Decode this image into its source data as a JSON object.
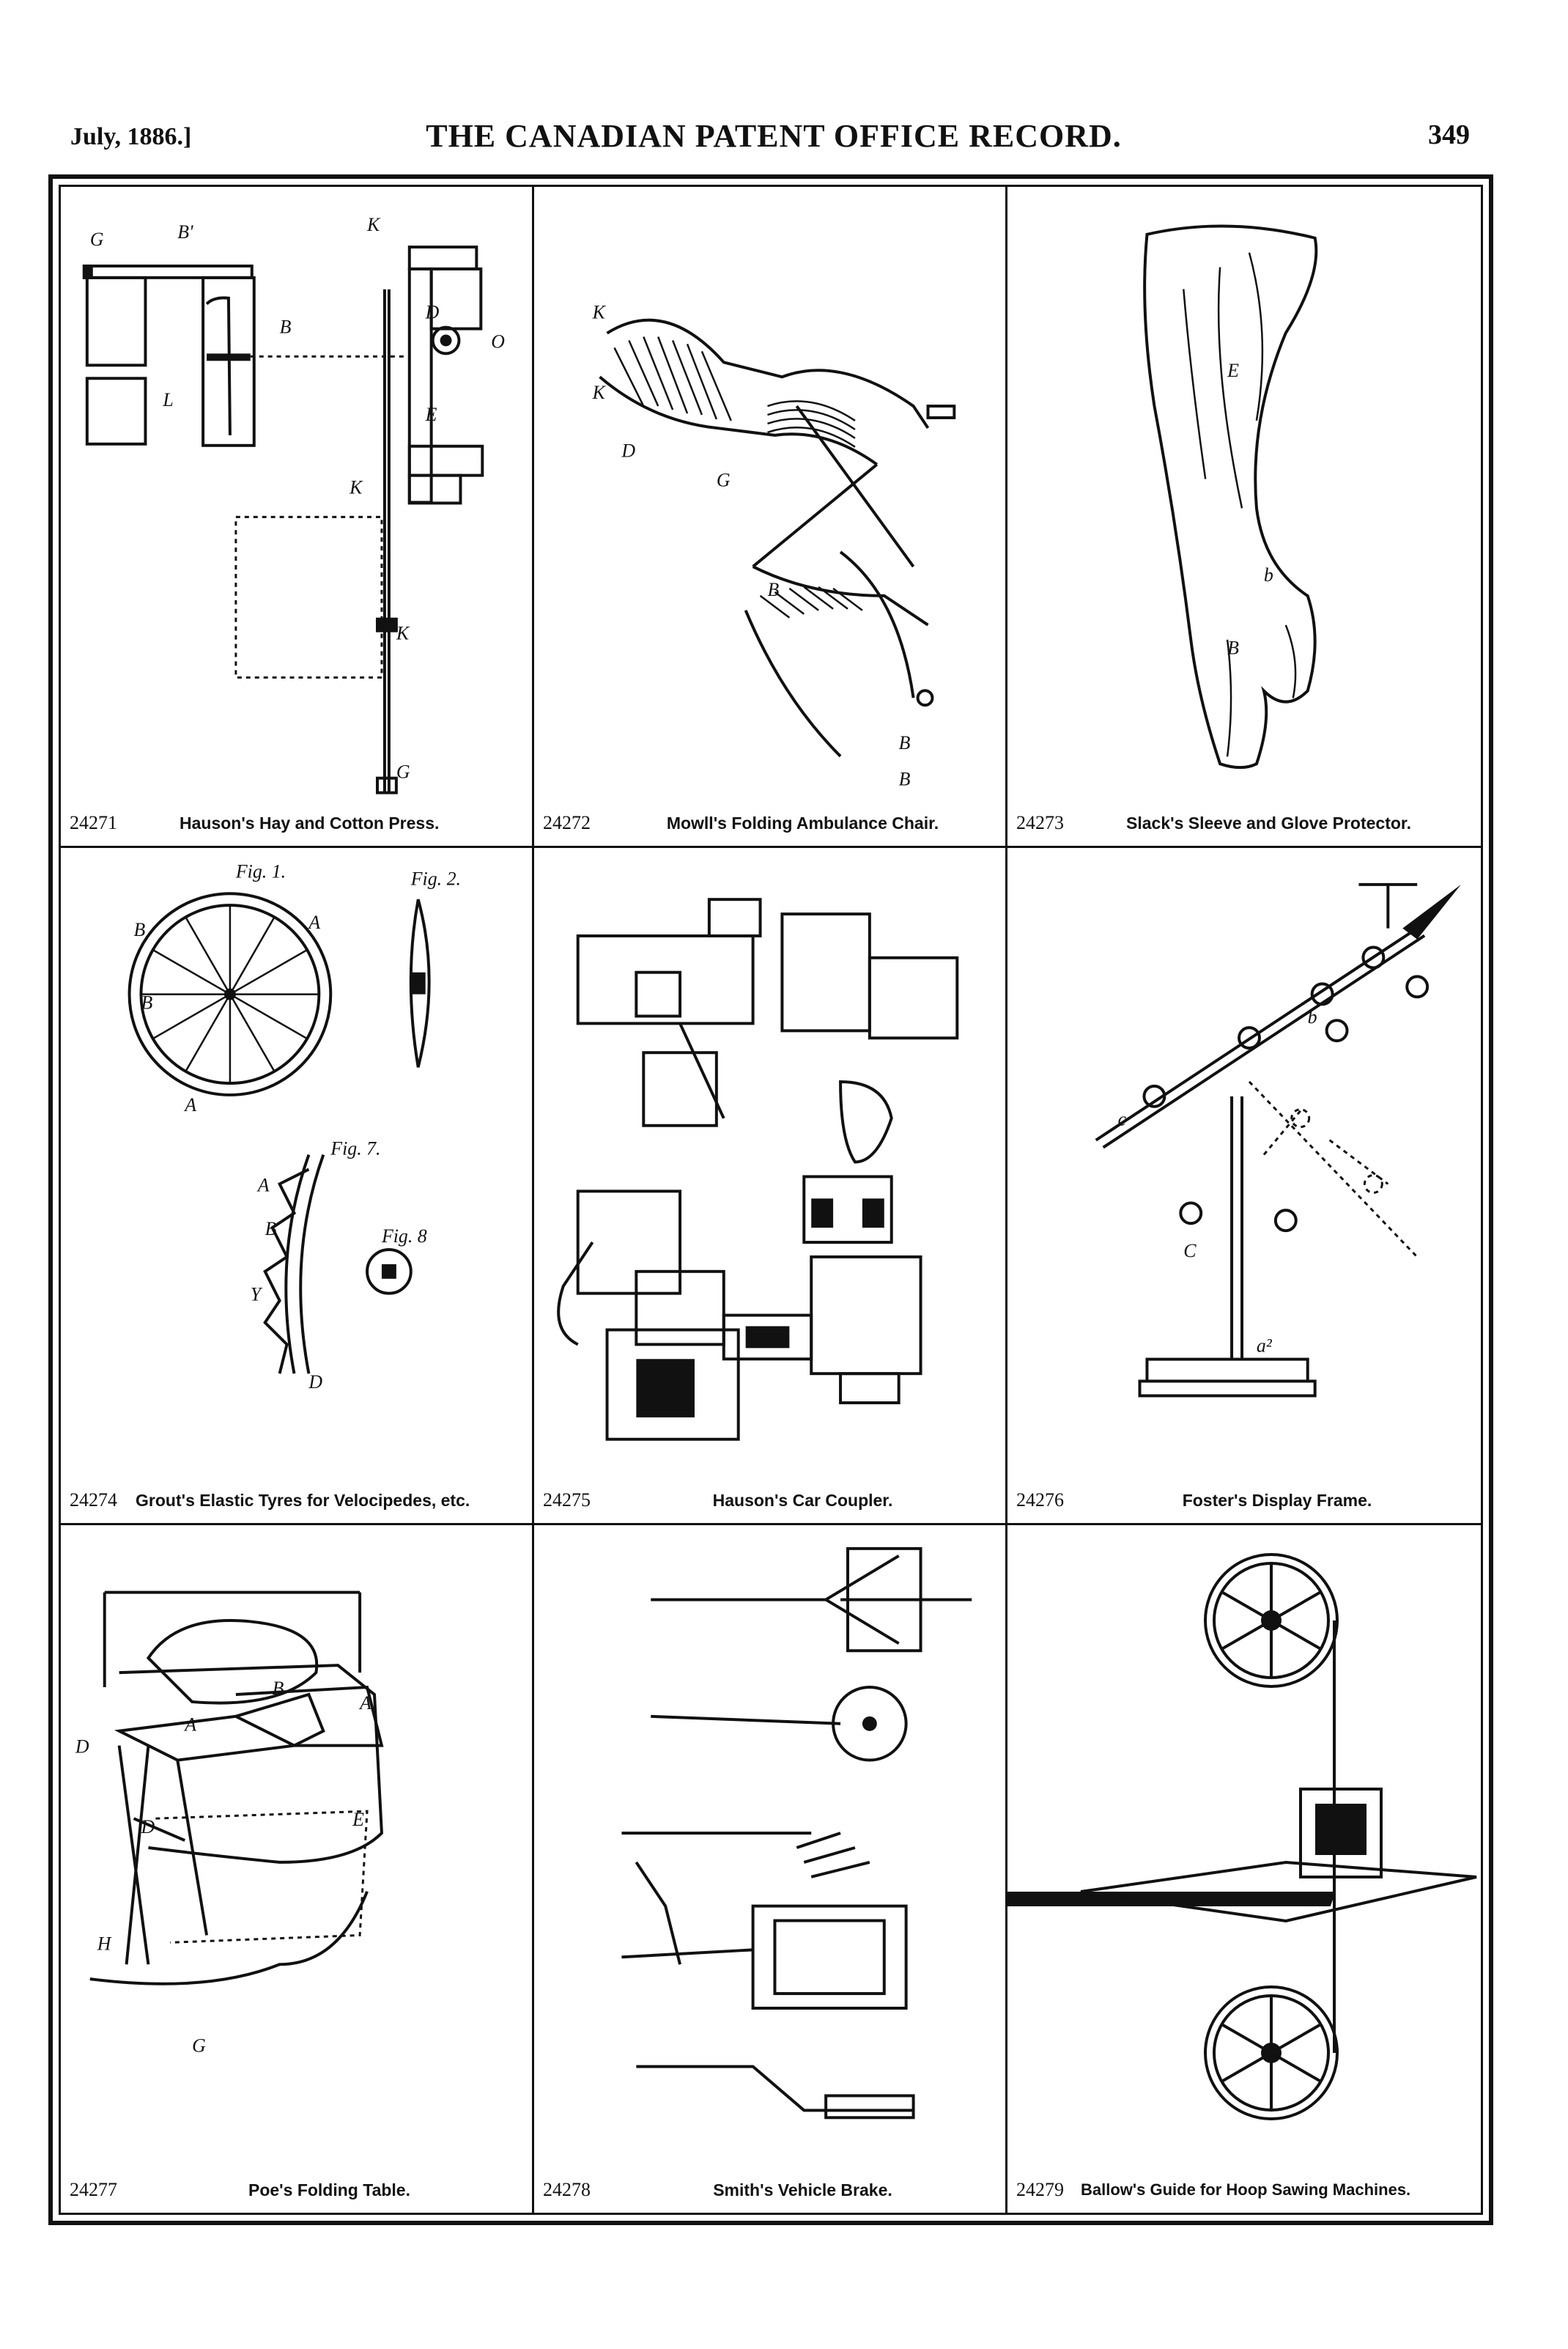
{
  "header": {
    "date": "July, 1886.]",
    "title": "THE CANADIAN PATENT OFFICE RECORD.",
    "page_number": "349"
  },
  "patents": [
    {
      "number": "24271",
      "title": "Hauson's Hay and Cotton Press."
    },
    {
      "number": "24272",
      "title": "Mowll's Folding Ambulance Chair."
    },
    {
      "number": "24273",
      "title": "Slack's Sleeve and Glove Protector."
    },
    {
      "number": "24274",
      "title": "Grout's Elastic Tyres for Velocipedes, etc."
    },
    {
      "number": "24275",
      "title": "Hauson's Car Coupler."
    },
    {
      "number": "24276",
      "title": "Foster's Display Frame."
    },
    {
      "number": "24277",
      "title": "Poe's Folding Table."
    },
    {
      "number": "24278",
      "title": "Smith's Vehicle Brake."
    },
    {
      "number": "24279",
      "title": "Ballow's Guide for Hoop Sawing Machines."
    }
  ],
  "figure_labels": {
    "fig1": "Fig. 1.",
    "fig2": "Fig. 2.",
    "fig7": "Fig. 7.",
    "fig8": "Fig. 8"
  }
}
